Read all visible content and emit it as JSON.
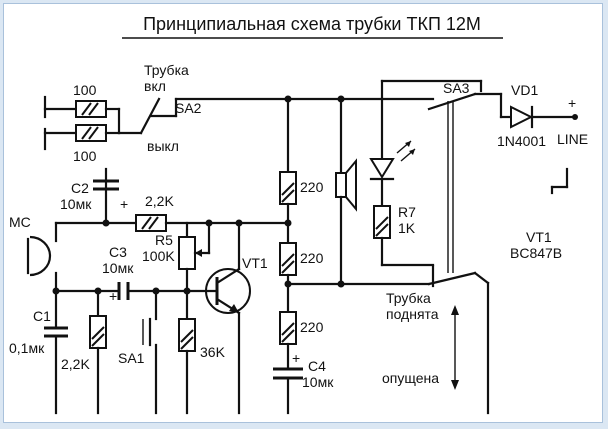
{
  "title": "Принципиальная схема трубки ТКП 12М",
  "labels": {
    "r100_top": "100",
    "r100_bottom": "100",
    "trubka": "Трубка",
    "vkl": "вкл",
    "vykl": "выкл",
    "sa2": "SA2",
    "sa3": "SA3",
    "vd1": "VD1",
    "diode_part": "1N4001",
    "plus_out": "+",
    "line": "LINE",
    "c2": "C2",
    "c2_val": "10мк",
    "c2_plus": "+",
    "r_22k_series": "2,2K",
    "mc": "MC",
    "c3": "C3",
    "c3_val": "10мк",
    "c3_plus": "+",
    "r5": "R5",
    "r5_val": "100K",
    "vt1": "VT1",
    "r220_1": "220",
    "r220_2": "220",
    "r220_3": "220",
    "r7": "R7",
    "r7_val": "1K",
    "vt1_label": "VT1",
    "vt1_part": "BC847B",
    "c1": "C1",
    "c1_val": "0,1мк",
    "r_22k_shunt": "2,2K",
    "sa1": "SA1",
    "r_36k": "36K",
    "c4_plus": "+",
    "c4": "C4",
    "c4_val": "10мк",
    "podnyata_1": "Трубка",
    "podnyata_2": "поднята",
    "opuschena": "опущена"
  }
}
